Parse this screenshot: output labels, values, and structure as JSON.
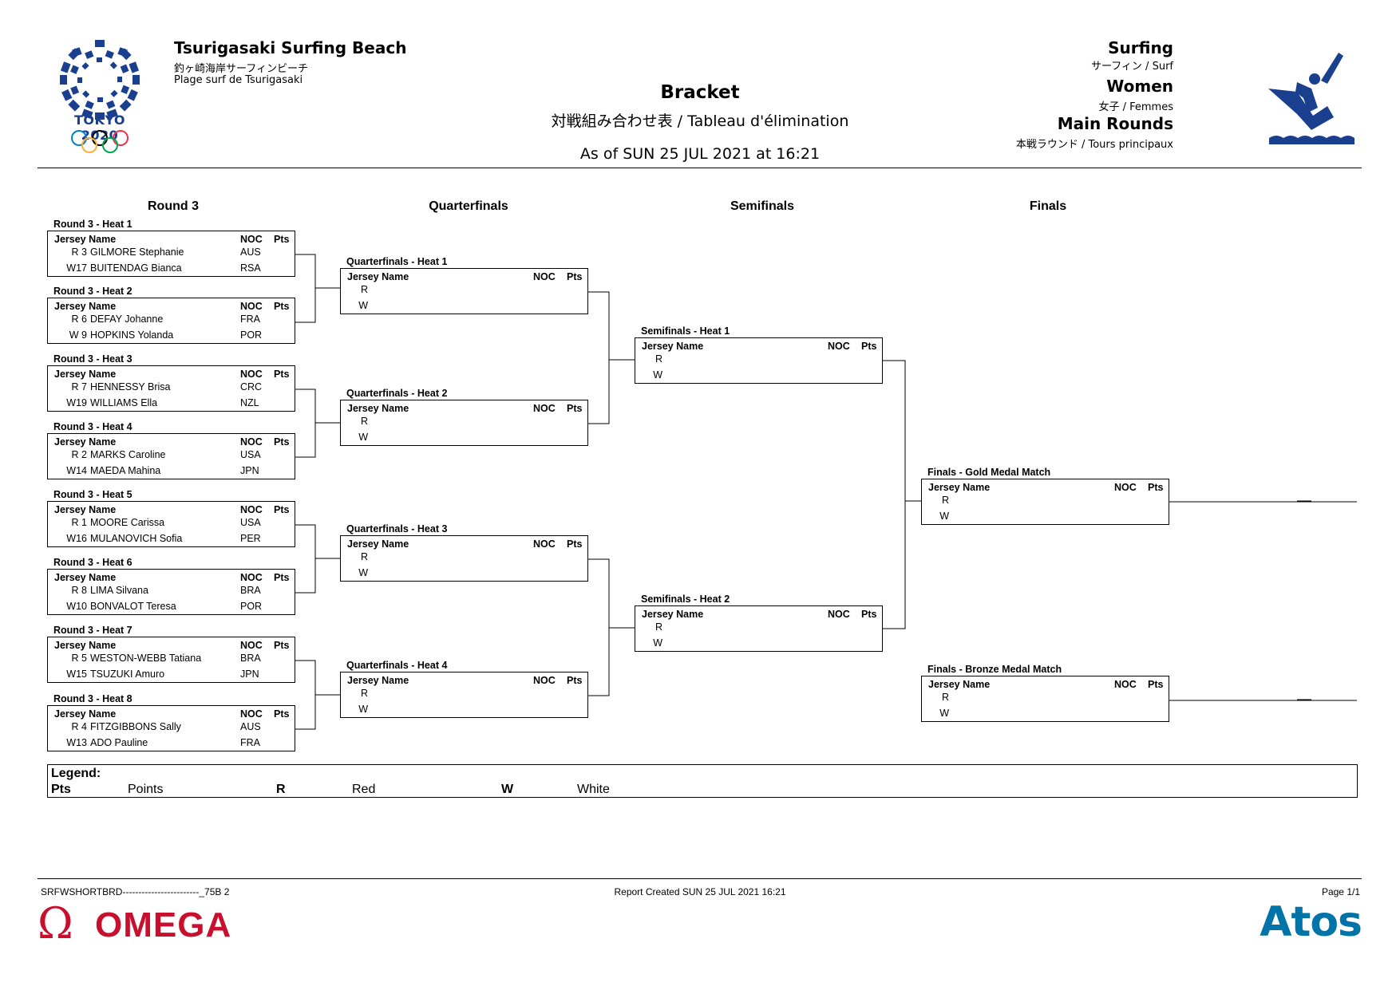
{
  "header": {
    "venue": "Tsurigasaki Surfing Beach",
    "venue_jp": "釣ヶ崎海岸サーフィンビーチ",
    "venue_fr": "Plage surf de Tsurigasaki",
    "logo_text": "TOKYO 2020",
    "title": "Bracket",
    "title_sub": "対戦組み合わせ表 / Tableau d'élimination",
    "as_of": "As of SUN 25 JUL 2021 at 16:21",
    "sport": "Surfing",
    "sport_sub": "サーフィン / Surf",
    "gender": "Women",
    "gender_sub": "女子 / Femmes",
    "phase": "Main Rounds",
    "phase_sub": "本戦ラウンド /  Tours principaux"
  },
  "columns": {
    "round3": "Round 3",
    "quarterfinals": "Quarterfinals",
    "semifinals": "Semifinals",
    "finals": "Finals"
  },
  "table_headers": {
    "jersey_name": "Jersey Name",
    "noc": "NOC",
    "pts": "Pts"
  },
  "round3": [
    {
      "label": "Round 3 - Heat 1",
      "rows": [
        {
          "jersey": "R  3",
          "name": "GILMORE Stephanie",
          "noc": "AUS"
        },
        {
          "jersey": "W17",
          "name": "BUITENDAG Bianca",
          "noc": "RSA"
        }
      ]
    },
    {
      "label": "Round 3 - Heat 2",
      "rows": [
        {
          "jersey": "R  6",
          "name": "DEFAY Johanne",
          "noc": "FRA"
        },
        {
          "jersey": "W  9",
          "name": "HOPKINS Yolanda",
          "noc": "POR"
        }
      ]
    },
    {
      "label": "Round 3 - Heat 3",
      "rows": [
        {
          "jersey": "R  7",
          "name": "HENNESSY Brisa",
          "noc": "CRC"
        },
        {
          "jersey": "W19",
          "name": "WILLIAMS Ella",
          "noc": "NZL"
        }
      ]
    },
    {
      "label": "Round 3 - Heat 4",
      "rows": [
        {
          "jersey": "R  2",
          "name": "MARKS Caroline",
          "noc": "USA"
        },
        {
          "jersey": "W14",
          "name": "MAEDA Mahina",
          "noc": "JPN"
        }
      ]
    },
    {
      "label": "Round 3 - Heat 5",
      "rows": [
        {
          "jersey": "R  1",
          "name": "MOORE Carissa",
          "noc": "USA"
        },
        {
          "jersey": "W16",
          "name": "MULANOVICH Sofia",
          "noc": "PER"
        }
      ]
    },
    {
      "label": "Round 3 - Heat 6",
      "rows": [
        {
          "jersey": "R  8",
          "name": "LIMA Silvana",
          "noc": "BRA"
        },
        {
          "jersey": "W10",
          "name": "BONVALOT Teresa",
          "noc": "POR"
        }
      ]
    },
    {
      "label": "Round 3 - Heat 7",
      "rows": [
        {
          "jersey": "R  5",
          "name": "WESTON-WEBB Tatiana",
          "noc": "BRA"
        },
        {
          "jersey": "W15",
          "name": "TSUZUKI Amuro",
          "noc": "JPN"
        }
      ]
    },
    {
      "label": "Round 3 - Heat 8",
      "rows": [
        {
          "jersey": "R  4",
          "name": "FITZGIBBONS Sally",
          "noc": "AUS"
        },
        {
          "jersey": "W13",
          "name": "ADO Pauline",
          "noc": "FRA"
        }
      ]
    }
  ],
  "quarterfinals": [
    {
      "label": "Quarterfinals - Heat 1",
      "rows": [
        {
          "jersey": "R"
        },
        {
          "jersey": "W"
        }
      ]
    },
    {
      "label": "Quarterfinals - Heat 2",
      "rows": [
        {
          "jersey": "R"
        },
        {
          "jersey": "W"
        }
      ]
    },
    {
      "label": "Quarterfinals - Heat 3",
      "rows": [
        {
          "jersey": "R"
        },
        {
          "jersey": "W"
        }
      ]
    },
    {
      "label": "Quarterfinals - Heat 4",
      "rows": [
        {
          "jersey": "R"
        },
        {
          "jersey": "W"
        }
      ]
    }
  ],
  "semifinals": [
    {
      "label": "Semifinals - Heat 1",
      "rows": [
        {
          "jersey": "R"
        },
        {
          "jersey": "W"
        }
      ]
    },
    {
      "label": "Semifinals - Heat 2",
      "rows": [
        {
          "jersey": "R"
        },
        {
          "jersey": "W"
        }
      ]
    }
  ],
  "finals": [
    {
      "label": "Finals - Gold Medal Match",
      "rows": [
        {
          "jersey": "R"
        },
        {
          "jersey": "W"
        }
      ]
    },
    {
      "label": "Finals - Bronze Medal Match",
      "rows": [
        {
          "jersey": "R"
        },
        {
          "jersey": "W"
        }
      ]
    }
  ],
  "legend": {
    "title": "Legend:",
    "items": [
      {
        "code": "Pts",
        "meaning": "Points"
      },
      {
        "code": "R",
        "meaning": "Red"
      },
      {
        "code": "W",
        "meaning": "White"
      }
    ]
  },
  "footer": {
    "code": "SRFWSHORTBRD------------------------_75B 2",
    "report": "Report Created SUN 25 JUL 2021 16:21",
    "page": "Page 1/1",
    "omega": "OMEGA",
    "atos": "Atos"
  },
  "colors": {
    "tokyo_blue": "#1b3f8f",
    "omega_red": "#c8102e",
    "atos_blue": "#0073a8"
  }
}
